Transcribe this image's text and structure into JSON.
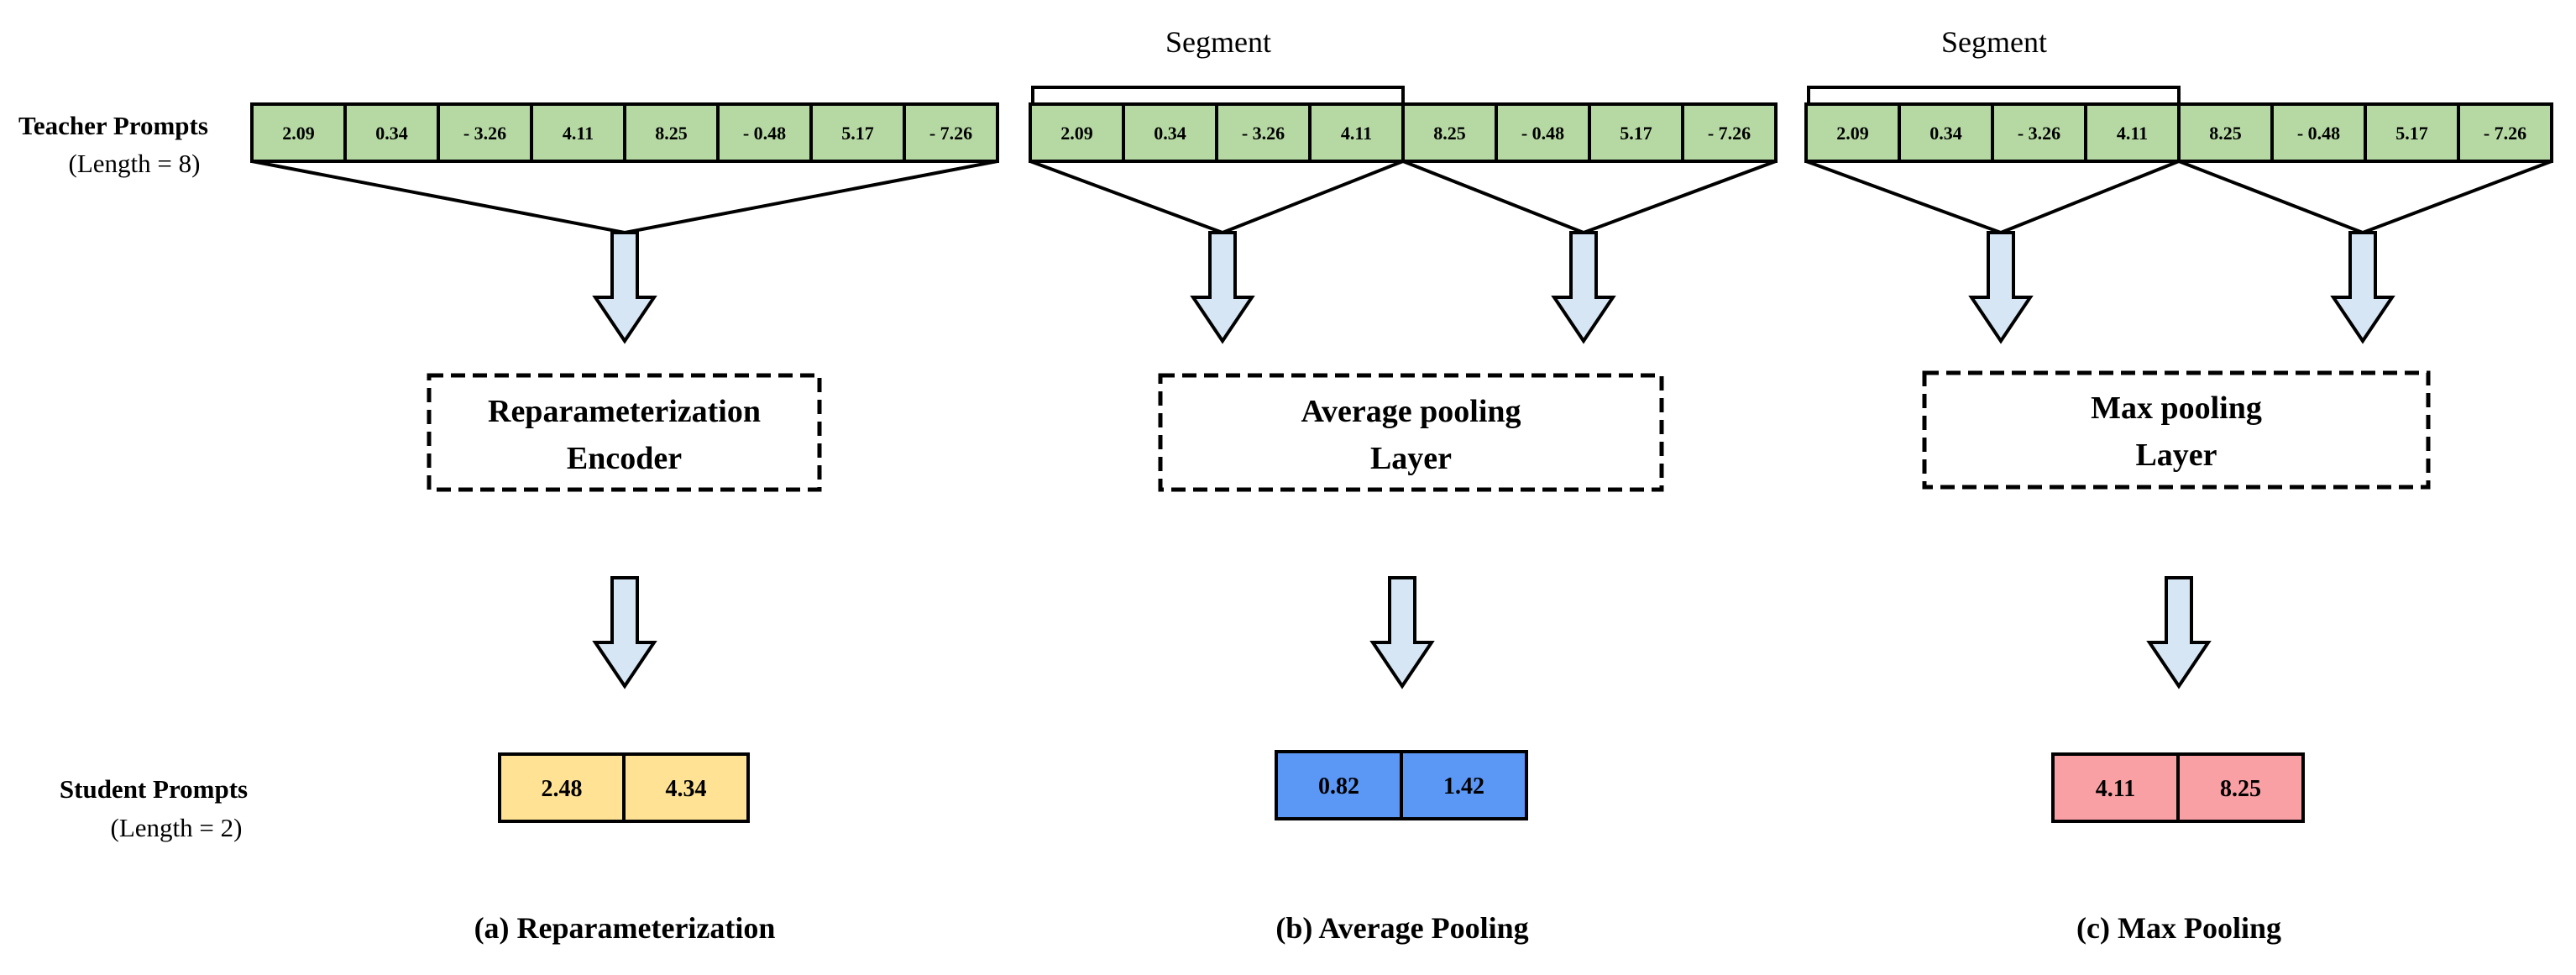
{
  "teacher": {
    "title": "Teacher Prompts",
    "subtitle": "(Length = 8)",
    "values": [
      "2.09",
      "0.34",
      "- 3.26",
      "4.11",
      "8.25",
      "- 0.48",
      "5.17",
      "- 7.26"
    ],
    "color": "#b6d9a4"
  },
  "student": {
    "title": "Student Prompts",
    "subtitle": "(Length = 2)"
  },
  "segment_label": "Segment",
  "arrow_color": "#d6e6f5",
  "panels": [
    {
      "box_lines": [
        "Reparameterization",
        "Encoder"
      ],
      "output": [
        "2.48",
        "4.34"
      ],
      "output_color": "#ffe294",
      "caption": "(a) Reparameterization"
    },
    {
      "box_lines": [
        "Average pooling",
        "Layer"
      ],
      "output": [
        "0.82",
        "1.42"
      ],
      "output_color": "#5b97f5",
      "caption": "(b) Average Pooling"
    },
    {
      "box_lines": [
        "Max pooling",
        "Layer"
      ],
      "output": [
        "4.11",
        "8.25"
      ],
      "output_color": "#f9a0a4",
      "caption": "(c) Max Pooling"
    }
  ]
}
